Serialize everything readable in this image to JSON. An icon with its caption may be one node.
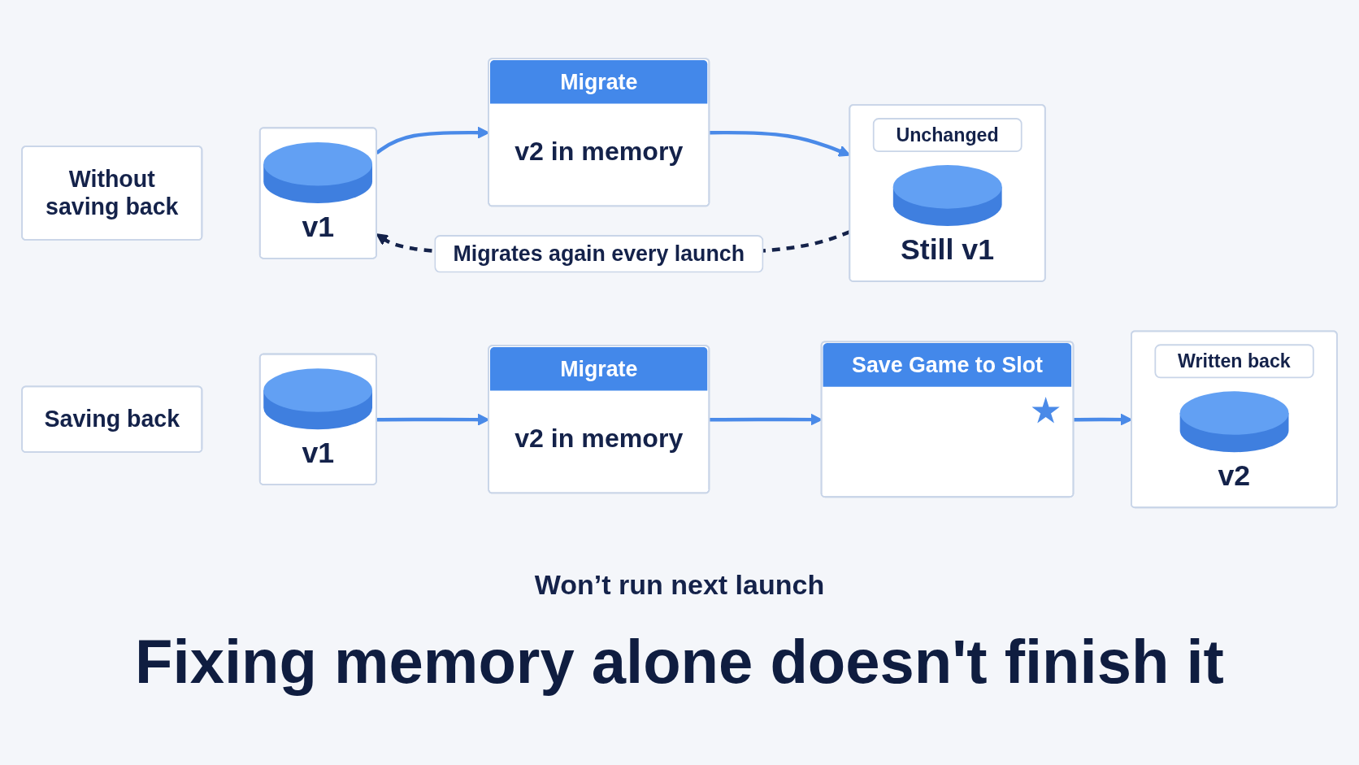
{
  "diagram": {
    "title": "Fixing memory alone doesn't finish it",
    "nodes": [
      {
        "text": [
          "Without saving back"
        ]
      },
      {
        "text": [
          "v1"
        ]
      },
      {
        "text": [
          "Migrate",
          "v2 in memory"
        ]
      },
      {
        "text": [
          "Unchanged",
          "Still v1"
        ]
      },
      {
        "text": [
          "Saving back"
        ]
      },
      {
        "text": [
          "v1"
        ]
      },
      {
        "text": [
          "Migrate",
          "v2 in memory"
        ]
      },
      {
        "text": [
          "Save Game to Slot"
        ]
      },
      {
        "text": [
          "Written back",
          "v2"
        ]
      }
    ],
    "edges": [
      {
        "from": 1,
        "to": 2,
        "arrow": "to"
      },
      {
        "from": 2,
        "to": 3,
        "arrow": "to"
      },
      {
        "from": 3,
        "to": 1,
        "arrow": "to",
        "label": "Migrates again every launch",
        "style": "dashed",
        "color": "#14224a"
      },
      {
        "from": 5,
        "to": 6,
        "arrow": "to"
      },
      {
        "from": 6,
        "to": 7,
        "arrow": "to"
      },
      {
        "from": 7,
        "to": 8,
        "arrow": "to"
      }
    ],
    "labels": [
      "Won’t run next launch"
    ]
  }
}
